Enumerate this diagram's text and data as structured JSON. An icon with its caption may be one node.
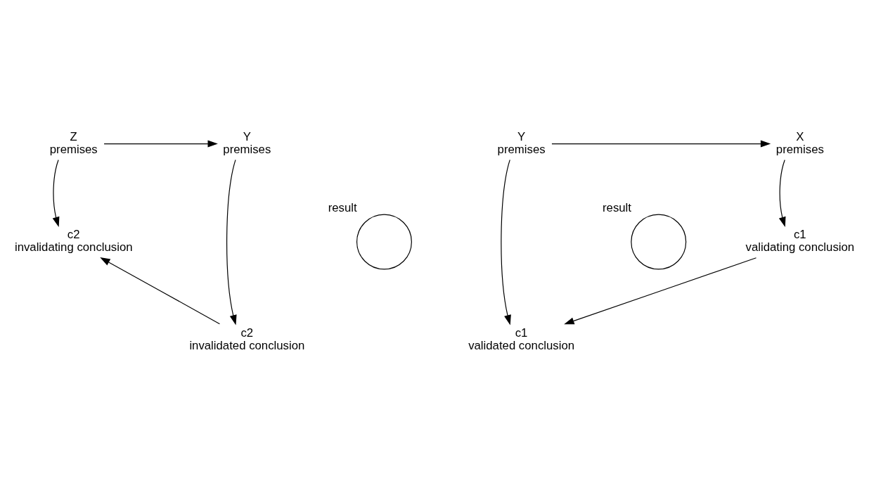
{
  "diagram": {
    "nodes": [
      {
        "text": [
          "Z",
          "premises"
        ]
      },
      {
        "text": [
          "Y",
          "premises"
        ]
      },
      {
        "text": [
          "c2",
          "invalidating conclusion"
        ]
      },
      {
        "text": [
          "c2",
          "invalidated conclusion"
        ]
      },
      {
        "text": [
          "Y",
          "premises"
        ]
      },
      {
        "text": [
          "X",
          "premises"
        ]
      },
      {
        "text": [
          "c1",
          "validated conclusion"
        ]
      },
      {
        "text": [
          "c1",
          "validating conclusion"
        ]
      },
      {
        "text": [],
        "shape": "circle",
        "beside": [
          "result"
        ]
      },
      {
        "text": [],
        "shape": "circle",
        "beside": [
          "result"
        ]
      }
    ],
    "edges": [
      {
        "from": 0,
        "to": 1,
        "arrow": "to"
      },
      {
        "from": 0,
        "to": 2,
        "arrow": "to"
      },
      {
        "from": 1,
        "to": 3,
        "arrow": "to"
      },
      {
        "from": 3,
        "to": 2,
        "arrow": "to"
      },
      {
        "from": 4,
        "to": 5,
        "arrow": "to"
      },
      {
        "from": 4,
        "to": 6,
        "arrow": "to"
      },
      {
        "from": 5,
        "to": 7,
        "arrow": "to"
      },
      {
        "from": 7,
        "to": 6,
        "arrow": "to"
      }
    ]
  }
}
